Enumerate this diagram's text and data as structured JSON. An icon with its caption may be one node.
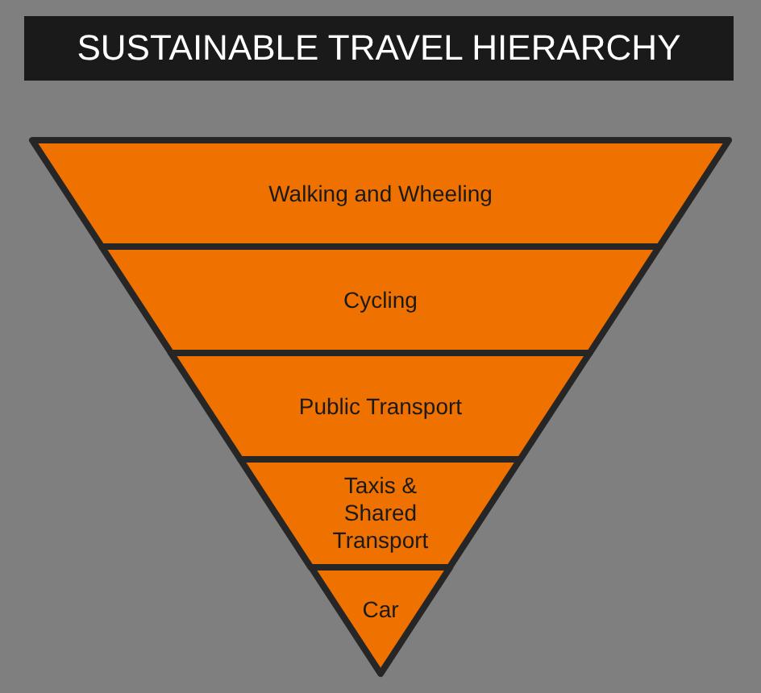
{
  "diagram": {
    "title": "SUSTAINABLE TRAVEL HIERARCHY",
    "nodes": [
      {
        "text": [
          "Walking and Wheeling"
        ]
      },
      {
        "text": [
          "Cycling"
        ]
      },
      {
        "text": [
          "Public Transport"
        ]
      },
      {
        "text": [
          "Taxis & Shared Transport"
        ]
      },
      {
        "text": [
          "Car"
        ]
      }
    ],
    "edges": []
  }
}
